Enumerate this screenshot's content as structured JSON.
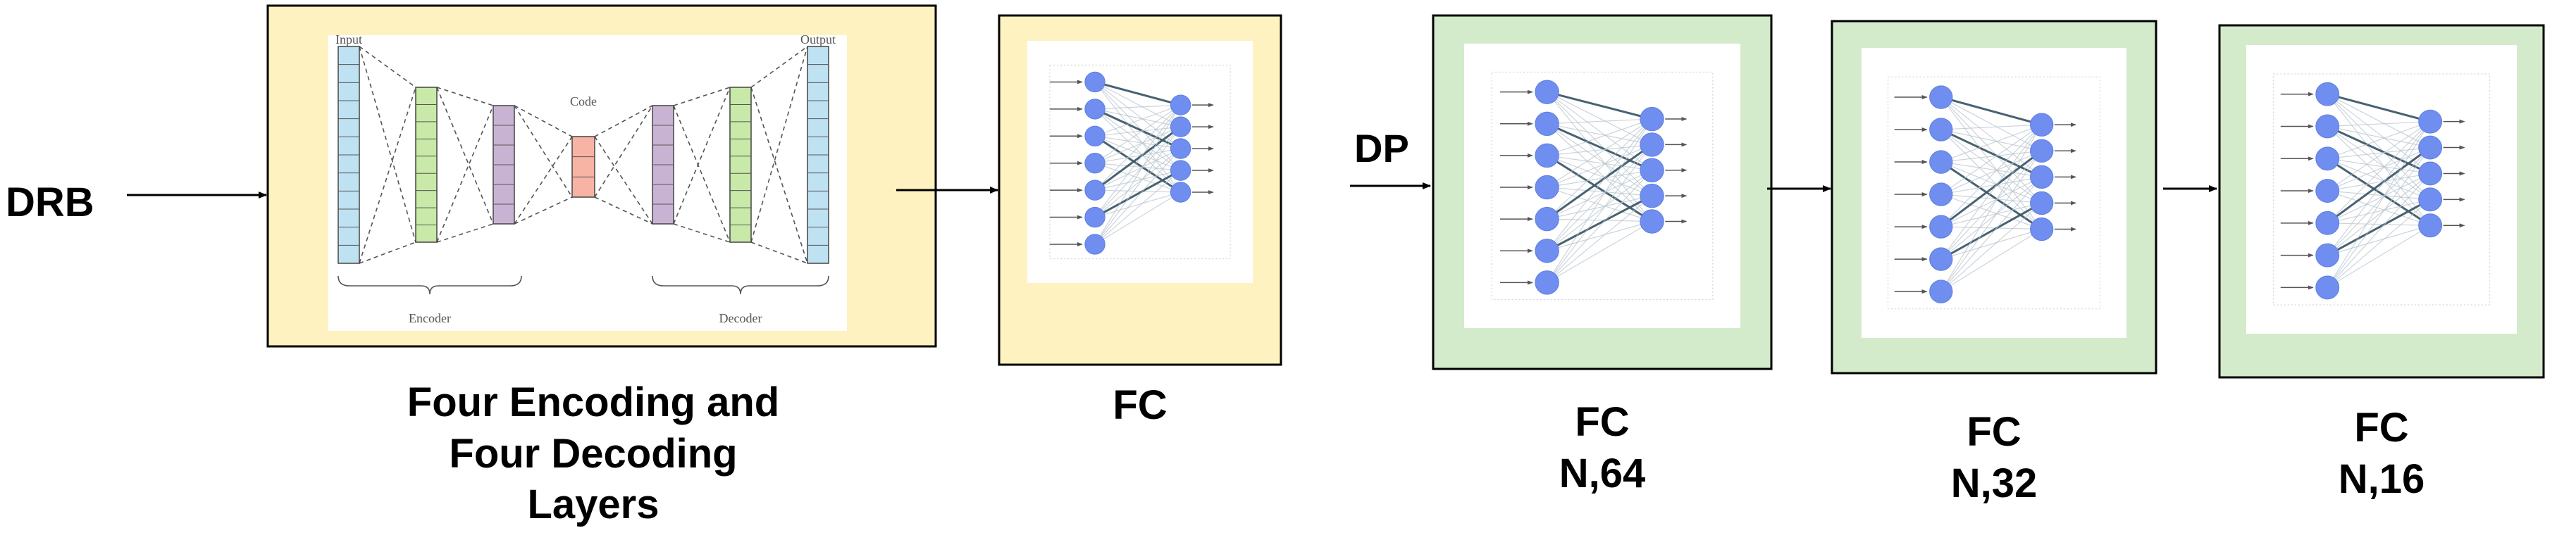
{
  "input_label": "DRB",
  "dropout_label": "DP",
  "autoencoder": {
    "title_lines": [
      "Four Encoding and",
      "Four Decoding",
      "Layers"
    ],
    "inner": {
      "input": "Input",
      "output": "Output",
      "code": "Code",
      "encoder": "Encoder",
      "decoder": "Decoder"
    }
  },
  "fc_blocks": [
    {
      "lines": [
        "FC"
      ],
      "neurons_in": 7,
      "neurons_out": 5
    },
    {
      "lines": [
        "FC",
        "N,64"
      ],
      "neurons_in": 7,
      "neurons_out": 5
    },
    {
      "lines": [
        "FC",
        "N,32"
      ],
      "neurons_in": 7,
      "neurons_out": 5
    },
    {
      "lines": [
        "FC",
        "N,16"
      ],
      "neurons_in": 7,
      "neurons_out": 5
    }
  ],
  "colors": {
    "autoencoder_bg": "#fdf2c0",
    "fc_yellow_bg": "#fdf2c0",
    "fc_green_bg": "#d3ebca",
    "neuron": "#6f8ef0",
    "layer_blue": "#bfe2f2",
    "layer_green": "#c8e9a8",
    "layer_purple": "#c9b3d3",
    "layer_red": "#f7b3a3"
  }
}
